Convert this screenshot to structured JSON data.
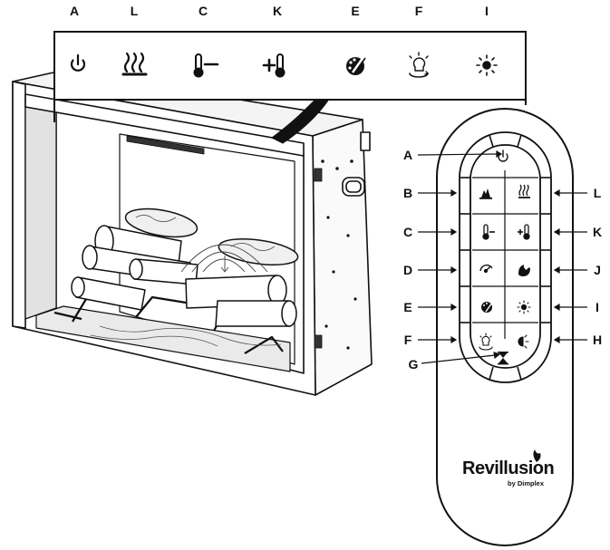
{
  "top_labels": [
    "A",
    "L",
    "C",
    "K",
    "E",
    "F",
    "I"
  ],
  "remote": {
    "left_labels": [
      "A",
      "B",
      "C",
      "D",
      "E",
      "F"
    ],
    "right_labels": [
      "L",
      "K",
      "J",
      "I",
      "H"
    ],
    "bottom_label": "G",
    "brand": "Revillusion",
    "brand_sub": "by Dimplex"
  },
  "colors": {
    "line": "#111111",
    "fill": "#ffffff",
    "dark": "#222222"
  },
  "panel_icons": [
    "power-icon",
    "heat-icon",
    "temp-down-icon",
    "temp-up-icon",
    "palette-icon",
    "light-cycle-icon",
    "brightness-icon"
  ],
  "remote_icons": [
    "power-icon",
    "flame-icon",
    "heat-icon",
    "temp-down-icon",
    "temp-up-icon",
    "flame-speed-icon",
    "ember-icon",
    "palette-icon",
    "brightness-icon",
    "light-cycle-icon",
    "dim-icon",
    "timer-icon"
  ]
}
